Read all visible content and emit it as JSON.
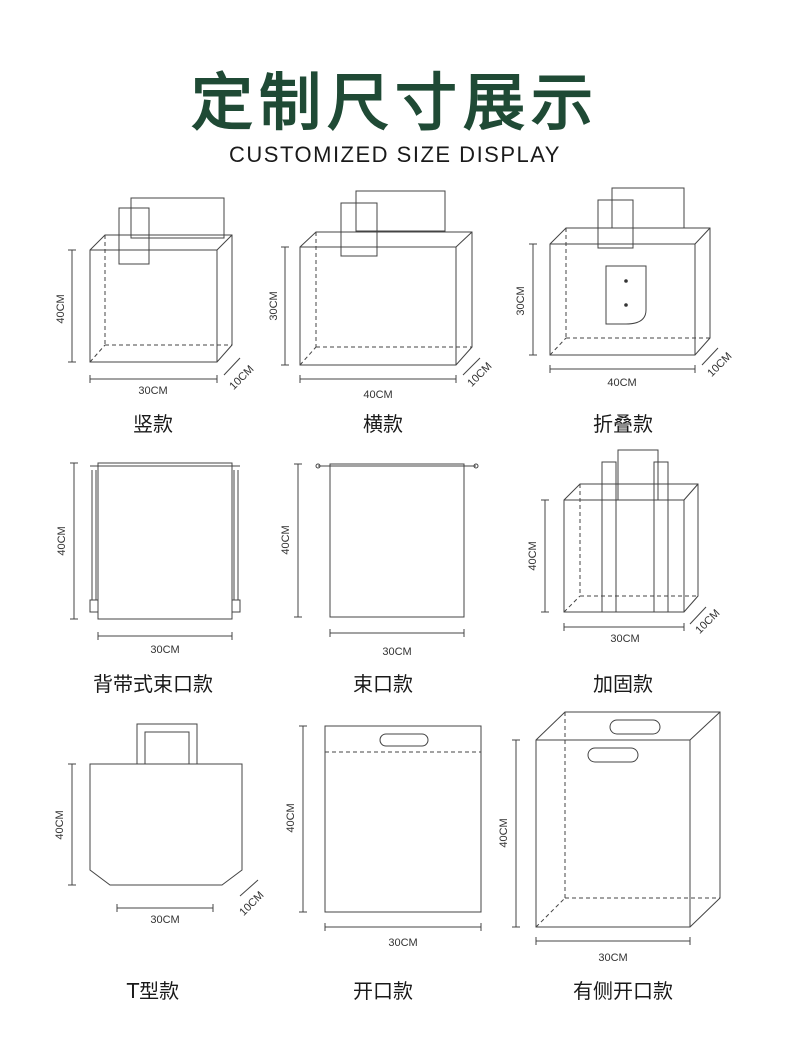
{
  "title_cn": "定制尺寸展示",
  "title_en": "CUSTOMIZED SIZE DISPLAY",
  "bags": [
    {
      "name": "竖款",
      "width": "30CM",
      "height": "40CM",
      "depth": "10CM"
    },
    {
      "name": "横款",
      "width": "40CM",
      "height": "30CM",
      "depth": "10CM"
    },
    {
      "name": "折叠款",
      "width": "40CM",
      "height": "30CM",
      "depth": "10CM"
    },
    {
      "name": "背带式束口款",
      "width": "30CM",
      "height": "40CM"
    },
    {
      "name": "束口款",
      "width": "30CM",
      "height": "40CM"
    },
    {
      "name": "加固款",
      "width": "30CM",
      "height": "40CM",
      "depth": "10CM"
    },
    {
      "name": "T型款",
      "width": "30CM",
      "height": "40CM",
      "depth": "10CM"
    },
    {
      "name": "开口款",
      "width": "30CM",
      "height": "40CM"
    },
    {
      "name": "有侧开口款",
      "width": "30CM",
      "height": "40CM"
    }
  ]
}
